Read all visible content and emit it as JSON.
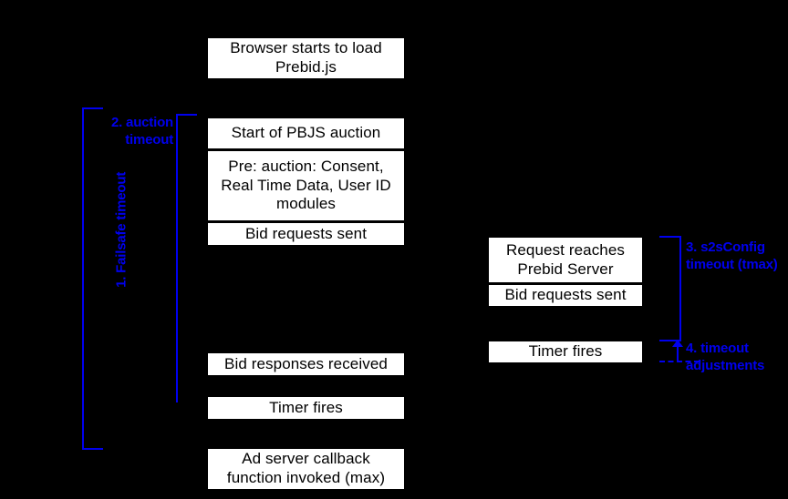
{
  "diagram": {
    "title": "Prebid.js timeout sequence",
    "background_color": "#000000",
    "box_fill_color": "#ffffff",
    "box_text_color": "#000000",
    "annotation_color": "#0000ee"
  },
  "client_column": {
    "boxes": [
      {
        "id": "browser-load",
        "label": "Browser starts to load\nPrebid.js"
      },
      {
        "id": "auction-start",
        "label": "Start of PBJS auction"
      },
      {
        "id": "pre-auction",
        "label": "Pre: auction: Consent,\nReal Time Data, User\nID modules"
      },
      {
        "id": "bid-requests",
        "label": "Bid requests sent"
      },
      {
        "id": "bid-responses",
        "label": "Bid responses received"
      },
      {
        "id": "timer-fires",
        "label": "Timer fires"
      },
      {
        "id": "adserver-cb",
        "label": "Ad server callback\nfunction invoked (max)"
      }
    ]
  },
  "server_column": {
    "boxes": [
      {
        "id": "request-reaches",
        "label": "Request reaches\nPrebid Server"
      },
      {
        "id": "s2s-bid-requests",
        "label": "Bid requests sent"
      },
      {
        "id": "s2s-timer-fires",
        "label": "Timer fires"
      }
    ]
  },
  "annotations": [
    {
      "id": "failsafe",
      "label": "1. Failsafe timeout",
      "orientation": "vertical-rotated"
    },
    {
      "id": "auction",
      "label": "2. auction\ntimeout",
      "orientation": "horizontal"
    },
    {
      "id": "s2sconfig",
      "label": "3. s2sConfig\ntimeout (tmax)",
      "orientation": "horizontal"
    },
    {
      "id": "adjustments",
      "label": "4. timeout\nadjustments",
      "orientation": "horizontal"
    }
  ]
}
